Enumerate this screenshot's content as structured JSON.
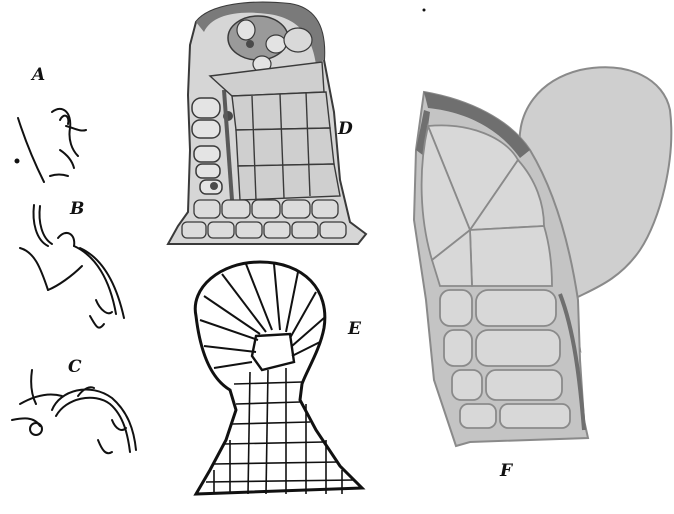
{
  "figure_labels": {
    "a": "A",
    "b": "B",
    "c": "C",
    "d": "D",
    "e": "E",
    "f": "F"
  },
  "colors": {
    "ink": "#111111",
    "tissue_outline": "#3a3a3a",
    "cell_fill_light": "#cfcfcf",
    "cell_fill_mid": "#a9a9a9",
    "cell_fill_dark": "#5a5a5a",
    "background": "#ffffff"
  }
}
